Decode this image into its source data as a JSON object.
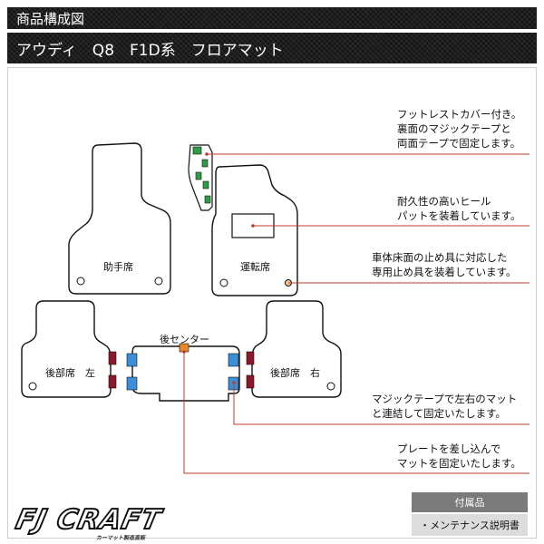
{
  "header": {
    "title": "商品構成図",
    "model": "アウディ　Q8　F1D系　フロアマット"
  },
  "mat_labels": {
    "passenger": "助手席",
    "driver": "運転席",
    "rear_left": "後部席　左",
    "rear_center": "後センター",
    "rear_right": "後部席　右"
  },
  "notes": {
    "footrest": "フットレストカバー付き。\n裏面のマジックテープと\n両面テープで固定します。",
    "heel_pad": "耐久性の高いヒール\nパットを装着しています。",
    "fastener": "車体床面の止め具に対応した\n専用止め具を装着しています。",
    "velcro": "マジックテープで左右のマット\nと連結して固定いたします。",
    "plate": "プレートを差し込んで\nマットを固定いたします。"
  },
  "accessories": {
    "header": "付属品",
    "item": "・メンテナンス説明書"
  },
  "logo": {
    "text": "FJ CRAFT",
    "sub": "カーマット製造直販"
  },
  "colors": {
    "callout_line": "#c0392b",
    "velcro_green": "#2e9e44",
    "velcro_blue": "#3a8fd8",
    "fastener_red": "#8b1a2b",
    "plate_orange": "#e8892b"
  }
}
